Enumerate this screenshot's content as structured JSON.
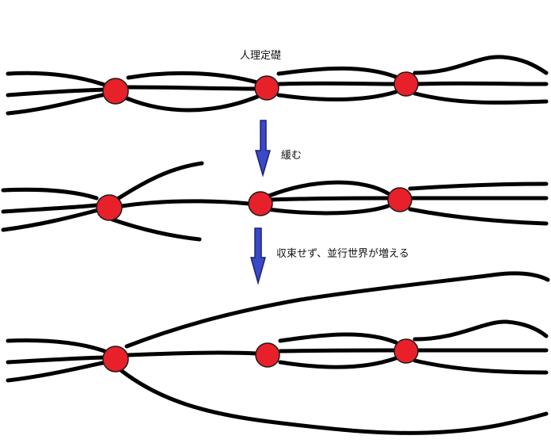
{
  "labels": {
    "top": "人理定礎",
    "arrow1": "緩む",
    "arrow2": "収束せず、並行世界が増える"
  },
  "colors": {
    "line": "#000000",
    "node_fill": "#e8202a",
    "node_stroke": "#1a1a1a",
    "arrow_fill": "#3a49c8",
    "arrow_stroke": "#1c2270"
  }
}
